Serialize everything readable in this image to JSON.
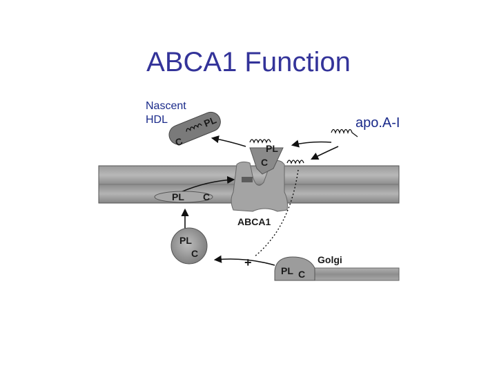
{
  "title": "ABCA1 Function",
  "labels": {
    "nascent_line1": "Nascent",
    "nascent_line2": "HDL",
    "apoa1": "apo.A-I"
  },
  "diagram": {
    "pl": "PL",
    "c": "C",
    "abca1": "ABCA1",
    "golgi": "Golgi",
    "plus": "+"
  }
}
